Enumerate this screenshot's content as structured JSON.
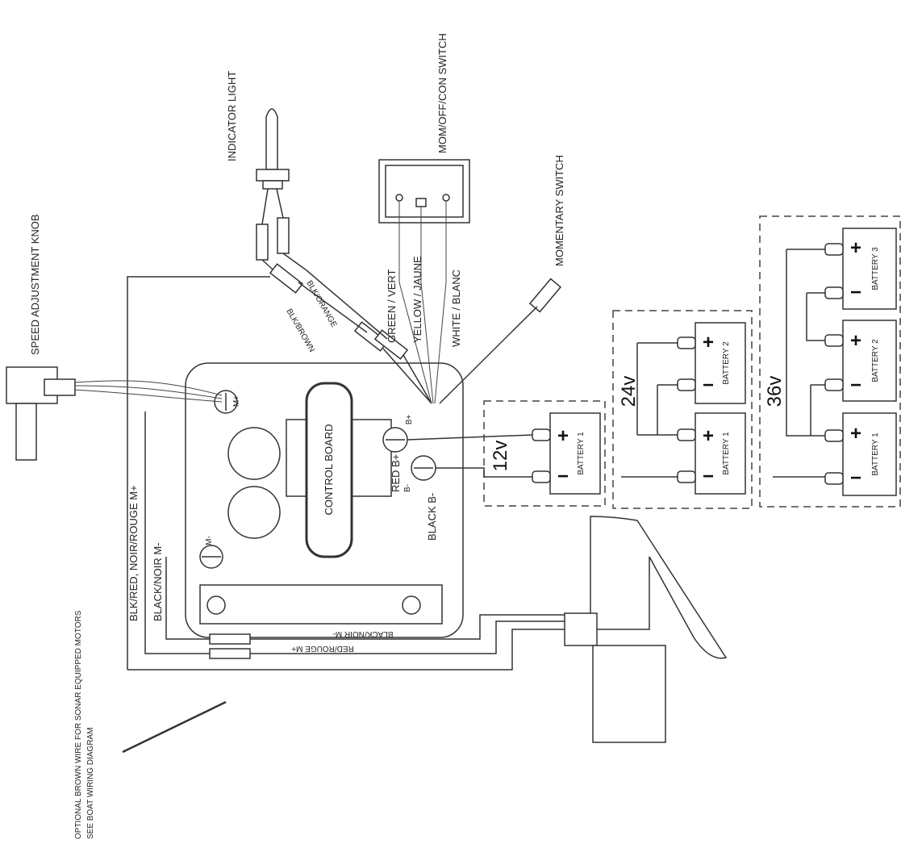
{
  "labels": {
    "speed_knob": "SPEED ADJUSTMENT  KNOB",
    "indicator_light": "INDICATOR LIGHT",
    "mom_switch": "MOM/OFF/CON SWITCH",
    "momentary_switch": "MOMENTARY SWITCH",
    "control_board": "CONTROL BOARD",
    "green": "GREEN / VERT",
    "yellow": "YELLOW / JAUNE",
    "white": "WHITE / BLANC",
    "blk_orange": "BLK/ORANGE",
    "blk_brown": "BLK/BROWN",
    "red_b": "RED B+",
    "black_b": "BLACK B-",
    "blk_red_m": "BLK/RED, NOIR/ROUGE M+",
    "black_m": "BLACK/NOIR M-",
    "blacknoir_m": "BLACK/NOIR M-",
    "redrouge_m": "RED/ROUGE M+",
    "brown_note_1": "OPTIONAL BROWN WIRE FOR SONAR EQUIPPED MOTORS",
    "brown_note_2": "SEE BOAT WIRING DIAGRAM"
  },
  "terminals": {
    "m_plus": "M+",
    "m_minus": "M-",
    "b_plus": "B+",
    "b_minus": "B-"
  },
  "voltage": {
    "v12": "12v",
    "v24": "24v",
    "v36": "36v"
  },
  "batteries": {
    "b1": "BATTERY 1",
    "b2": "BATTERY 2",
    "b3": "BATTERY 3"
  },
  "symbols": {
    "plus": "+",
    "minus": "−"
  }
}
